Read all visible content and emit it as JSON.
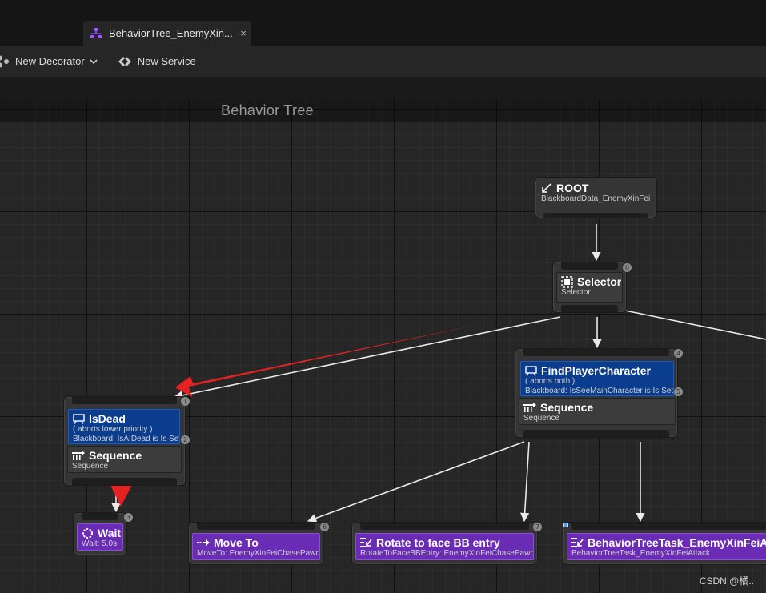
{
  "tab": {
    "label": "BehaviorTree_EnemyXin...",
    "close": "×"
  },
  "toolbar": {
    "new_decorator": "New Decorator",
    "new_service": "New Service"
  },
  "graph": {
    "title": "Behavior Tree"
  },
  "nodes": {
    "root": {
      "title": "ROOT",
      "subtitle": "BlackboardData_EnemyXinFei"
    },
    "selector": {
      "title": "Selector",
      "subtitle": "Selector",
      "index": "0"
    },
    "find_player": {
      "decorator_title": "FindPlayerCharacter",
      "decorator_abort": "( aborts both )",
      "decorator_detail": "Blackboard: IsSeeMainCharacter is Is Set",
      "decorator_index": "4",
      "title": "Sequence",
      "subtitle": "Sequence",
      "index": "5"
    },
    "is_dead": {
      "decorator_title": "IsDead",
      "decorator_abort": "( aborts lower priority )",
      "decorator_detail": "Blackboard: IsAIDead is Is Set",
      "decorator_index": "1",
      "title": "Sequence",
      "subtitle": "Sequence",
      "index": "2"
    },
    "wait": {
      "title": "Wait",
      "subtitle": "Wait: 5.0s",
      "index": "3"
    },
    "move_to": {
      "title": "Move To",
      "subtitle": "MoveTo: EnemyXinFeiChasePawn",
      "index": "6"
    },
    "rotate": {
      "title": "Rotate to face BB entry",
      "subtitle": "RotateToFaceBBEntry: EnemyXinFeiChasePawn",
      "index": "7"
    },
    "attack_task": {
      "title": "BehaviorTreeTask_EnemyXinFeiAttack",
      "subtitle": "BehaviorTreeTask_EnemyXinFeiAttack"
    }
  },
  "watermark": "CSDN @橘..",
  "colors": {
    "decorator": "#0b3d8e",
    "task": "#6a2bb5",
    "annotation_arrow": "#e52222"
  }
}
